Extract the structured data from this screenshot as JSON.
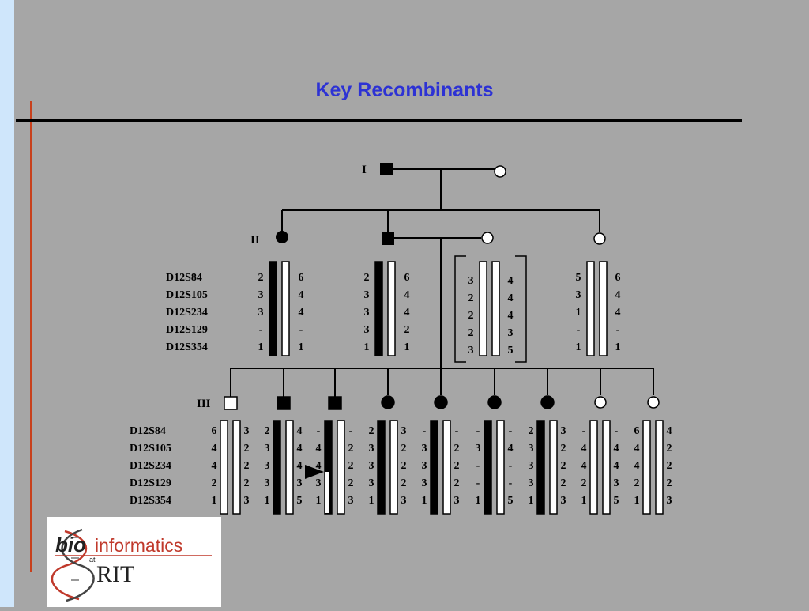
{
  "slide": {
    "title": "Key Recombinants"
  },
  "pedigree": {
    "generation_labels": [
      "I",
      "II",
      "III"
    ],
    "markers": [
      "D12S84",
      "D12S105",
      "D12S234",
      "D12S129",
      "D12S354"
    ],
    "generation_I": [
      {
        "sex": "male",
        "affected": true
      },
      {
        "sex": "female",
        "affected": false
      }
    ],
    "generation_II": [
      {
        "sex": "female",
        "affected": true,
        "alleles": [
          [
            "2",
            "3",
            "3",
            "-",
            "1"
          ],
          [
            "6",
            "4",
            "4",
            "-",
            "1"
          ]
        ],
        "filled": [
          true,
          false
        ]
      },
      {
        "sex": "male",
        "affected": true,
        "alleles": [
          [
            "2",
            "3",
            "3",
            "3",
            "1"
          ],
          [
            "6",
            "4",
            "4",
            "2",
            "1"
          ]
        ],
        "filled": [
          true,
          false
        ]
      },
      {
        "sex": "female",
        "affected": false,
        "inferred": true,
        "alleles": [
          [
            "3",
            "2",
            "2",
            "2",
            "3"
          ],
          [
            "4",
            "4",
            "4",
            "3",
            "5"
          ]
        ],
        "filled": [
          false,
          false
        ]
      },
      {
        "sex": "female",
        "affected": false,
        "alleles": [
          [
            "5",
            "3",
            "1",
            "-",
            "1"
          ],
          [
            "6",
            "4",
            "4",
            "-",
            "1"
          ]
        ],
        "filled": [
          false,
          false
        ]
      }
    ],
    "generation_III": [
      {
        "sex": "male",
        "affected": false,
        "alleles": [
          [
            "6",
            "4",
            "4",
            "2",
            "1"
          ],
          [
            "3",
            "2",
            "2",
            "2",
            "3"
          ]
        ],
        "filled": [
          false,
          false
        ]
      },
      {
        "sex": "male",
        "affected": true,
        "alleles": [
          [
            "2",
            "3",
            "3",
            "3",
            "1"
          ],
          [
            "4",
            "4",
            "4",
            "3",
            "5"
          ]
        ],
        "filled": [
          true,
          false
        ]
      },
      {
        "sex": "male",
        "affected": true,
        "alleles": [
          [
            "-",
            "4",
            "4",
            "3",
            "1"
          ],
          [
            "-",
            "2",
            "2",
            "2",
            "3"
          ]
        ],
        "filled": [
          "recombinant",
          false
        ],
        "recombinant_marker": "D12S129"
      },
      {
        "sex": "female",
        "affected": true,
        "alleles": [
          [
            "2",
            "3",
            "3",
            "3",
            "1"
          ],
          [
            "3",
            "2",
            "2",
            "2",
            "3"
          ]
        ],
        "filled": [
          true,
          false
        ]
      },
      {
        "sex": "female",
        "affected": true,
        "alleles": [
          [
            "-",
            "3",
            "3",
            "3",
            "1"
          ],
          [
            "-",
            "2",
            "2",
            "2",
            "3"
          ]
        ],
        "filled": [
          true,
          false
        ]
      },
      {
        "sex": "female",
        "affected": true,
        "alleles": [
          [
            "-",
            "3",
            "-",
            "-",
            "1"
          ],
          [
            "-",
            "4",
            "-",
            "-",
            "5"
          ]
        ],
        "filled": [
          true,
          false
        ]
      },
      {
        "sex": "female",
        "affected": true,
        "alleles": [
          [
            "2",
            "3",
            "3",
            "3",
            "1"
          ],
          [
            "3",
            "2",
            "2",
            "2",
            "3"
          ]
        ],
        "filled": [
          true,
          false
        ]
      },
      {
        "sex": "female",
        "affected": false,
        "alleles": [
          [
            "-",
            "4",
            "4",
            "2",
            "1"
          ],
          [
            "-",
            "4",
            "4",
            "3",
            "5"
          ]
        ],
        "filled": [
          false,
          false
        ]
      },
      {
        "sex": "female",
        "affected": false,
        "alleles": [
          [
            "6",
            "4",
            "4",
            "2",
            "1"
          ],
          [
            "4",
            "2",
            "2",
            "2",
            "3"
          ]
        ],
        "filled": [
          false,
          false
        ]
      }
    ]
  },
  "logo": {
    "bio": "bio",
    "informatics": "informatics",
    "at": "at",
    "rit": "RIT"
  },
  "colors": {
    "background": "#a6a6a6",
    "title": "#2d32d4",
    "accent_line": "#c8401c",
    "left_band": "#cfe6fb",
    "logo_red": "#c0392b"
  }
}
